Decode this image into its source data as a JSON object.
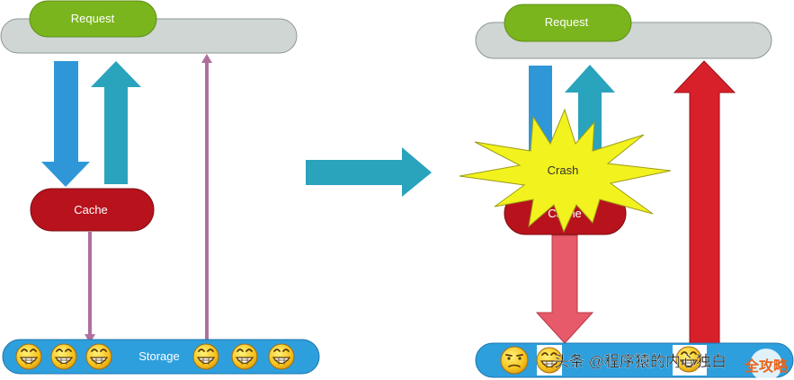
{
  "left": {
    "request_label": "Request",
    "cache_label": "Cache",
    "storage_label": "Storage"
  },
  "right": {
    "request_label": "Request",
    "cache_label": "Cache",
    "crash_label": "Crash"
  },
  "watermark": {
    "text": "头条 @程序猿的内心独白",
    "logo_text": "全攻略"
  },
  "colors": {
    "request_green": "#7ab51d",
    "bar_gray": "#cfd6d3",
    "cache_red": "#b8121d",
    "storage_blue": "#2e9fdd",
    "arrow_blue": "#2f97d8",
    "arrow_teal": "#2aa3bd",
    "arrow_purple": "#b06f9e",
    "arrow_pink": "#e65a69",
    "arrow_red": "#d8202a",
    "crash_yellow": "#f2f21e"
  },
  "icons": [
    "grinning-face-icon",
    "skeptical-face-icon"
  ]
}
